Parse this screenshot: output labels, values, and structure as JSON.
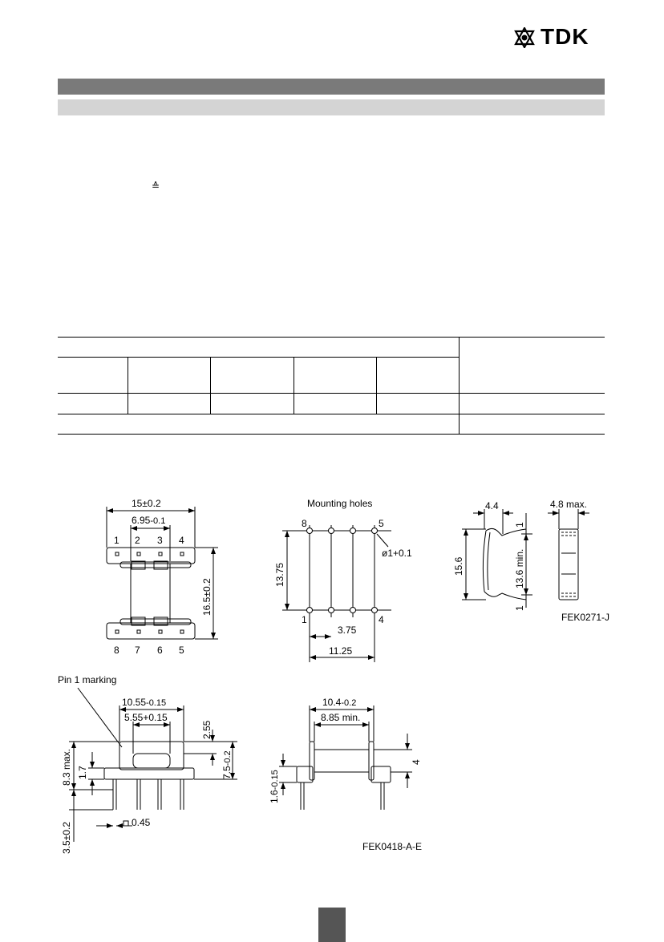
{
  "brand": {
    "name": "TDK"
  },
  "glyphs": {
    "corresponds": "≙"
  },
  "drawing_top": {
    "top_view": {
      "width": "15±0.2",
      "pitch_span": "6.95",
      "pitch_tol": "-0.1",
      "pins_top": [
        "1",
        "2",
        "3",
        "4"
      ],
      "pins_bottom": [
        "8",
        "7",
        "6",
        "5"
      ],
      "height": "16.5±0.2"
    },
    "mounting_holes": {
      "title": "Mounting holes",
      "corner_labels": {
        "tl": "8",
        "tr": "5",
        "bl": "1",
        "br": "4"
      },
      "hole_dia": "ø1+0.1",
      "row_spacing": "13.75",
      "pitch": "3.75",
      "span": "11.25"
    },
    "clip": {
      "width": "4.4",
      "thickness": "4.8 max.",
      "height": "15.6",
      "inner": "13.6 min.",
      "end_top": "1",
      "end_bottom": "1",
      "ref": "FEK0271-J"
    }
  },
  "drawing_bottom": {
    "side_view": {
      "pin1_marking": "Pin 1 marking",
      "overall_width": "10.55",
      "overall_width_tol": "-0.15",
      "inner_width": "5.55+0.15",
      "top_step": "2.55",
      "max_height": "8.3 max.",
      "flange": "1.7",
      "body_height": "7.5",
      "body_height_tol": "-0.2",
      "pin_length": "3.5±0.2",
      "pin_square": "0.45"
    },
    "end_view": {
      "length": "10.4",
      "length_tol": "-0.2",
      "inner": "8.85 min.",
      "depth": "4",
      "pin_offset": "1.6",
      "pin_offset_tol": "-0.15"
    },
    "ref": "FEK0418-A-E"
  }
}
